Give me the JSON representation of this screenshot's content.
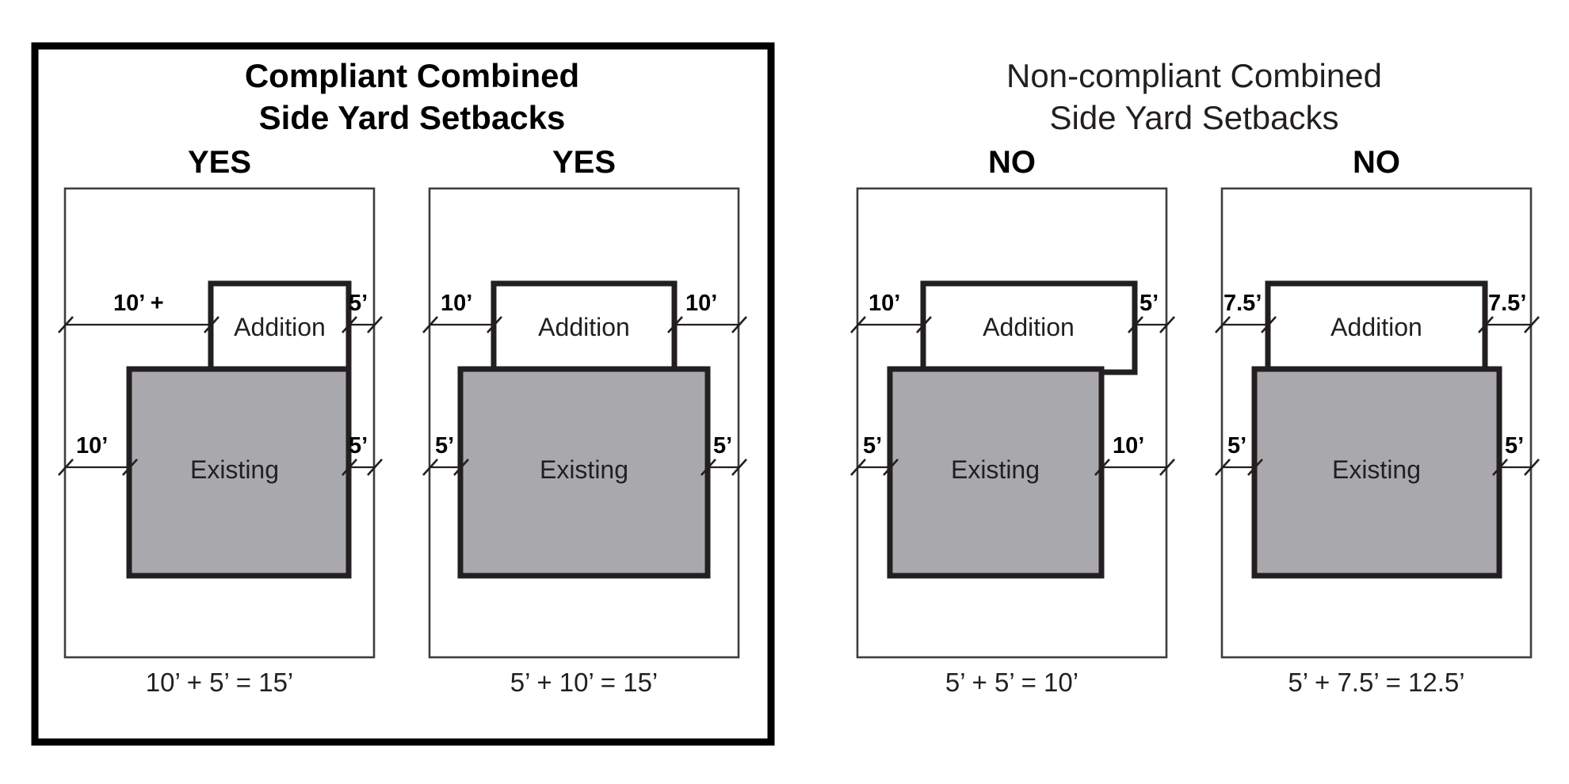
{
  "figure": {
    "kind": "zoning-setback-diagram",
    "colors": {
      "existing_fill": "#a9a9ad",
      "addition_fill": "#ffffff",
      "lot_stroke": "#3d3d42",
      "building_stroke": "#231f20",
      "outer_box_stroke": "#000000"
    }
  },
  "groups": [
    {
      "id": "compliant",
      "boxed": true,
      "title_line1": "Compliant Combined",
      "title_line2": "Side Yard Setbacks",
      "title_bold": true
    },
    {
      "id": "non-compliant",
      "boxed": false,
      "title_line1": "Non-compliant Combined",
      "title_line2": "Side Yard Setbacks",
      "title_bold": false
    }
  ],
  "panels": [
    {
      "id": "panel-1",
      "group": "compliant",
      "verdict": "YES",
      "addition_label": "Addition",
      "existing_label": "Existing",
      "addition_left_dim": "10’ +",
      "addition_right_dim": "5’",
      "existing_left_dim": "10’",
      "existing_right_dim": "5’",
      "summary": "10’ + 5’ = 15’"
    },
    {
      "id": "panel-2",
      "group": "compliant",
      "verdict": "YES",
      "addition_label": "Addition",
      "existing_label": "Existing",
      "addition_left_dim": "10’",
      "addition_right_dim": "10’",
      "existing_left_dim": "5’",
      "existing_right_dim": "5’",
      "summary": "5’ + 10’ = 15’"
    },
    {
      "id": "panel-3",
      "group": "non-compliant",
      "verdict": "NO",
      "addition_label": "Addition",
      "existing_label": "Existing",
      "addition_left_dim": "10’",
      "addition_right_dim": "5’",
      "existing_left_dim": "5’",
      "existing_right_dim": "10’",
      "summary": "5’ + 5’ = 10’"
    },
    {
      "id": "panel-4",
      "group": "non-compliant",
      "verdict": "NO",
      "addition_label": "Addition",
      "existing_label": "Existing",
      "addition_left_dim": "7.5’",
      "addition_right_dim": "7.5’",
      "existing_left_dim": "5’",
      "existing_right_dim": "5’",
      "summary": "5’ + 7.5’ = 12.5’"
    }
  ]
}
